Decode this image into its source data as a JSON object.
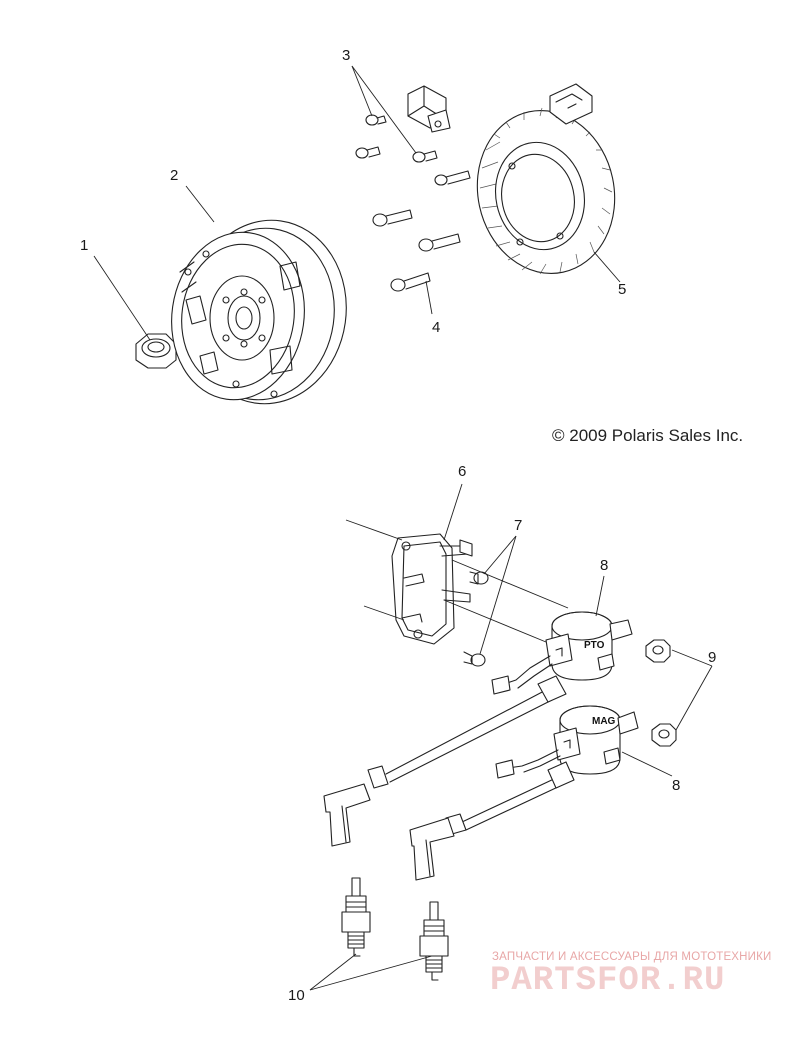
{
  "copyright": "© 2009 Polaris Sales Inc.",
  "coil_labels": {
    "pto": "PTO",
    "mag": "MAG"
  },
  "callouts": {
    "c1": "1",
    "c2": "2",
    "c3": "3",
    "c4": "4",
    "c5": "5",
    "c6": "6",
    "c7": "7",
    "c8a": "8",
    "c8b": "8",
    "c9": "9",
    "c10": "10"
  },
  "watermark": {
    "tagline": "ЗАПЧАСТИ И АКСЕССУАРЫ ДЛЯ МОТОТЕХНИКИ",
    "brand": "PARTSFOR.RU",
    "color": "#e8a7a7"
  }
}
